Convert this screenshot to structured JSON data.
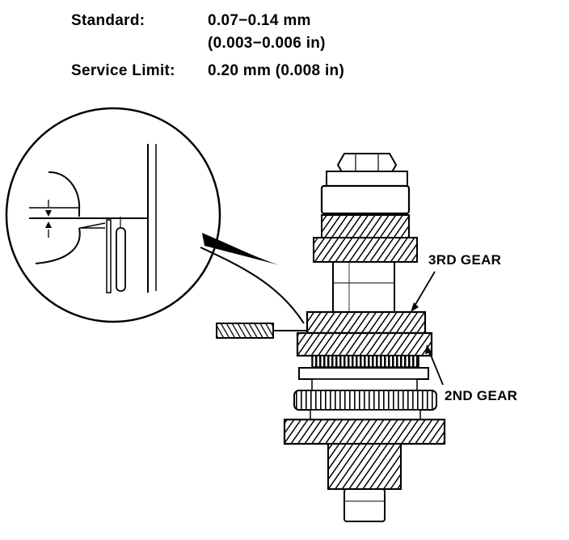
{
  "specs": {
    "standard_label": "Standard:",
    "standard_mm": "0.07−0.14 mm",
    "standard_in": "(0.003−0.006 in)",
    "service_label": "Service Limit:",
    "service_value": "0.20 mm (0.008 in)"
  },
  "labels": {
    "third_gear": "3RD GEAR",
    "second_gear": "2ND GEAR"
  }
}
